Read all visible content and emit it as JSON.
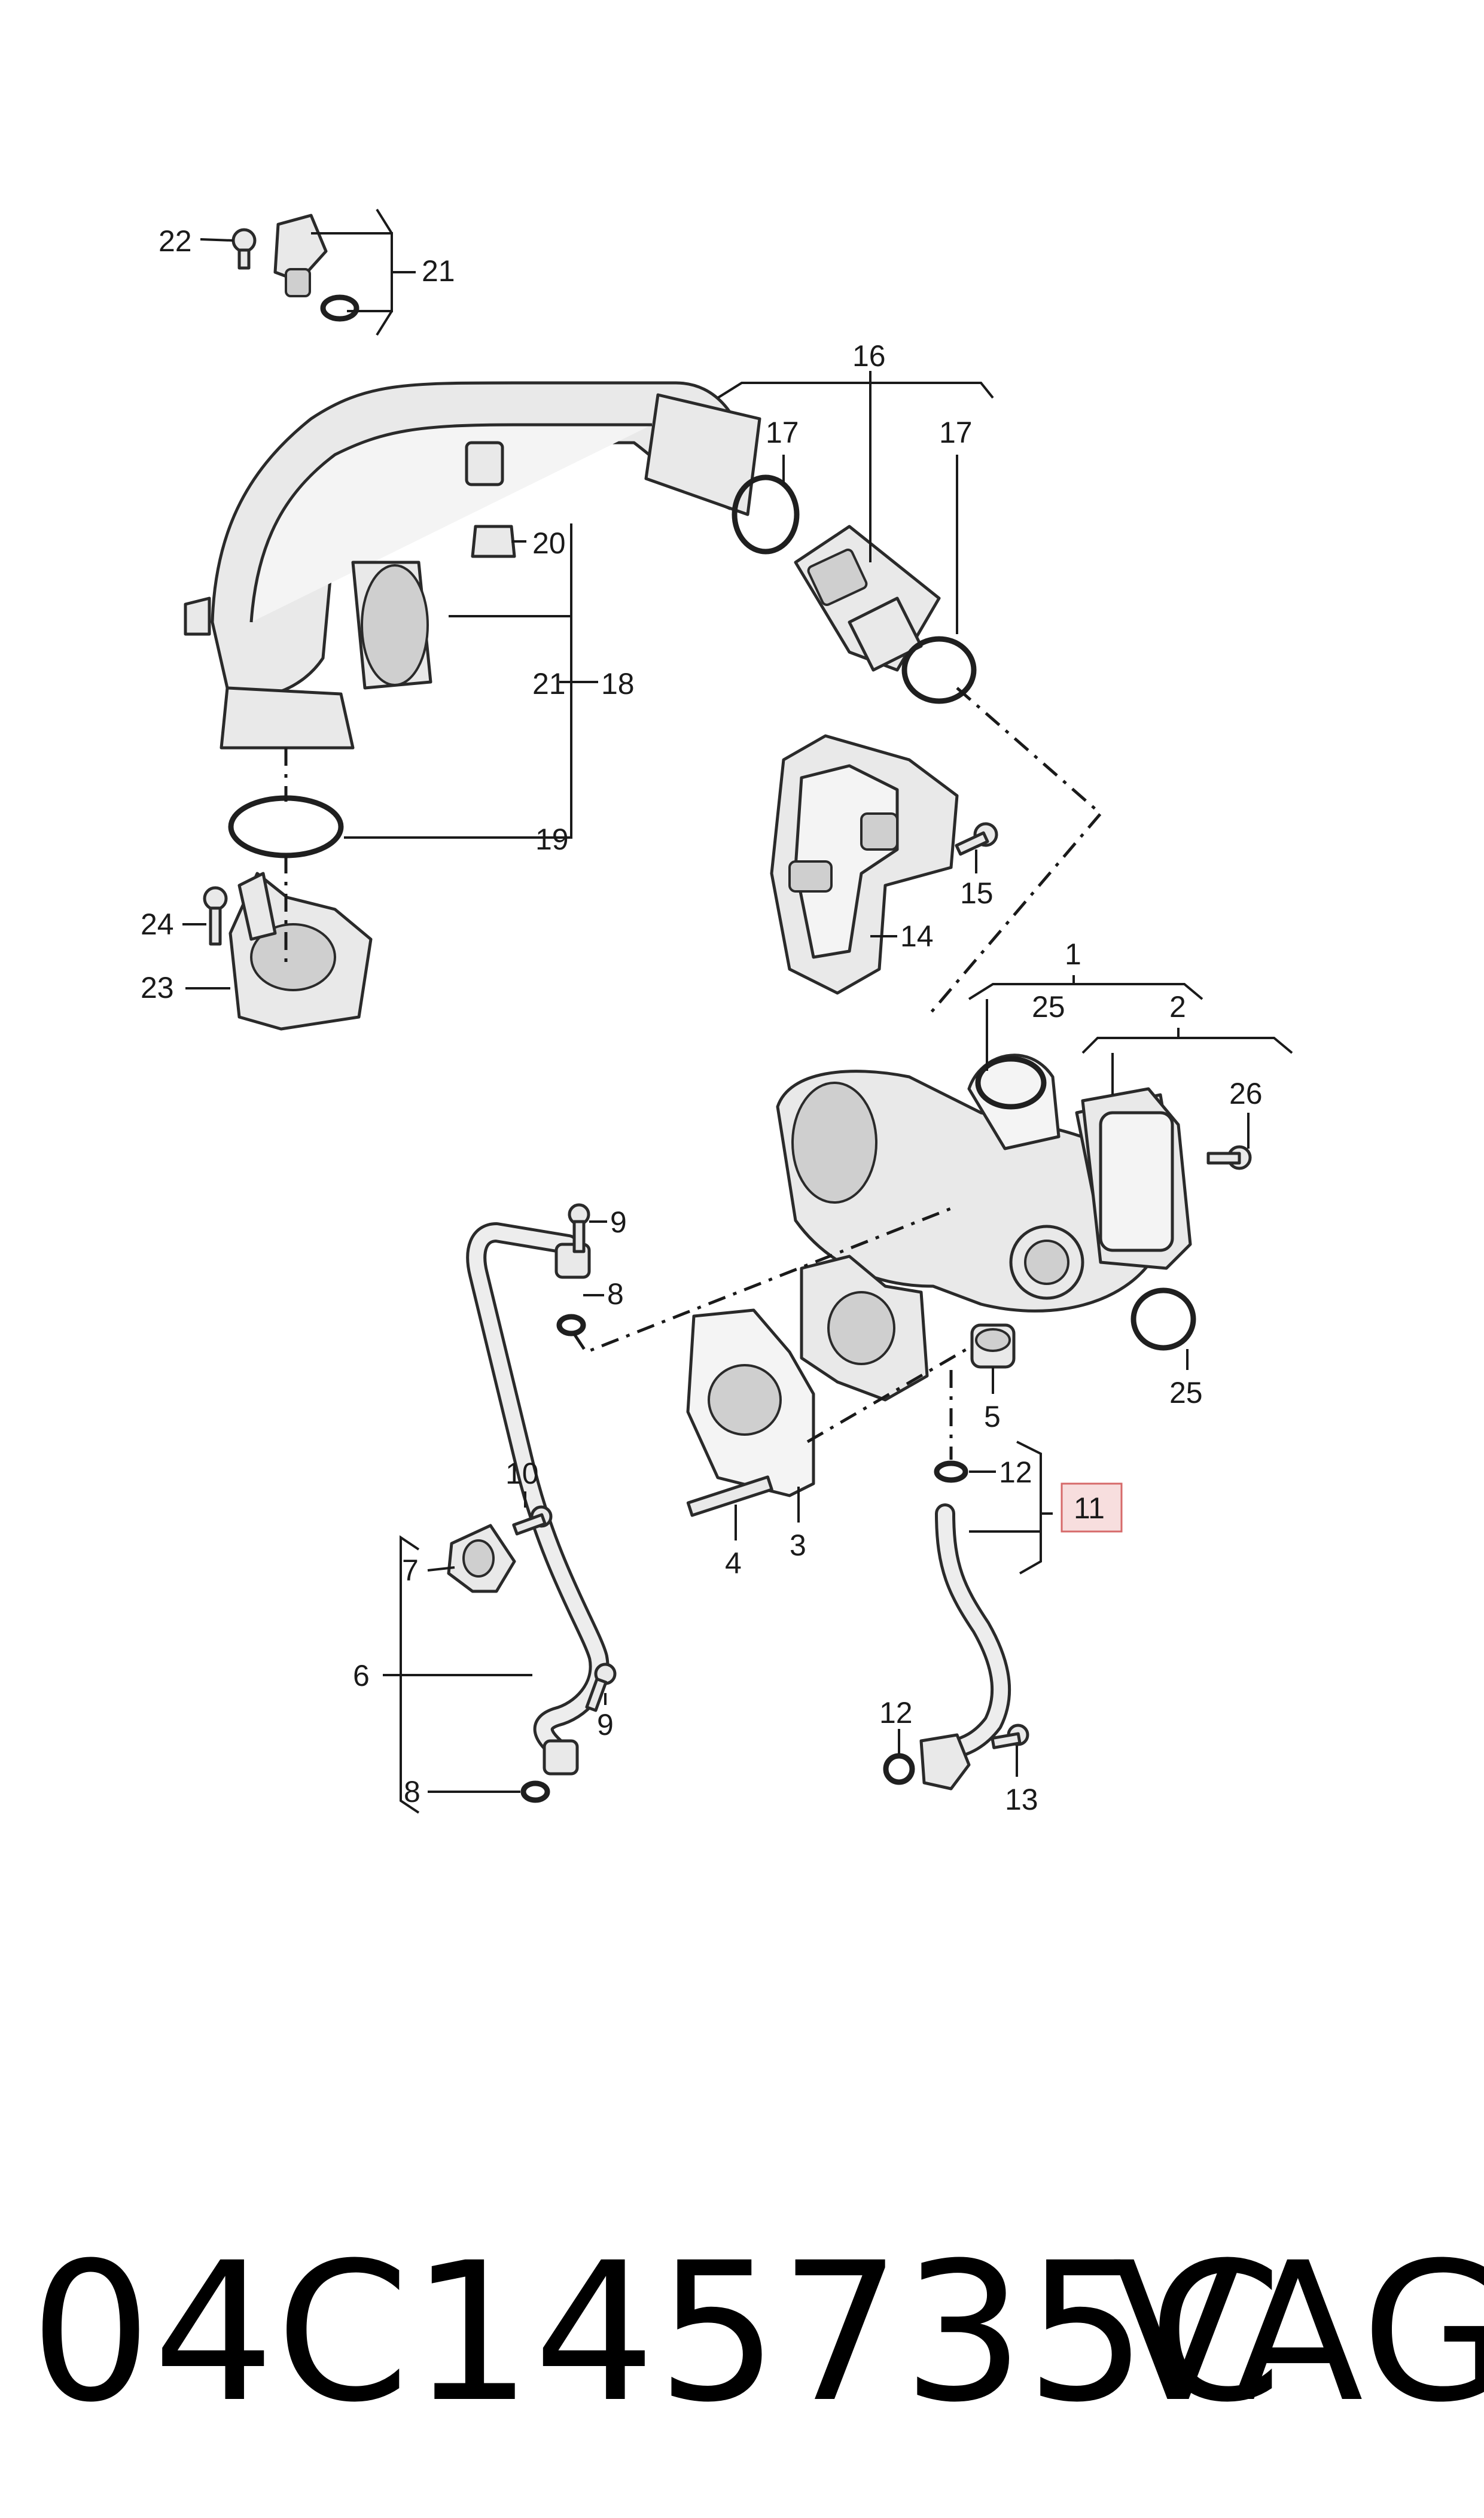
{
  "callouts": {
    "c1": "1",
    "c2": "2",
    "c3": "3",
    "c4": "4",
    "c5": "5",
    "c6": "6",
    "c7": "7",
    "c8": "8",
    "c9": "9",
    "c10": "10",
    "c11": "11",
    "c12": "12",
    "c13": "13",
    "c14": "14",
    "c15": "15",
    "c16": "16",
    "c17": "17",
    "c18": "18",
    "c19": "19",
    "c20": "20",
    "c21": "21",
    "c22": "22",
    "c23": "23",
    "c24": "24",
    "c25": "25",
    "c26": "26"
  },
  "highlight": {
    "label": "11",
    "color": "#f7dede",
    "border": "#d66a6a"
  },
  "footer": {
    "part_number": "04C145735C",
    "brand": "VAG"
  }
}
